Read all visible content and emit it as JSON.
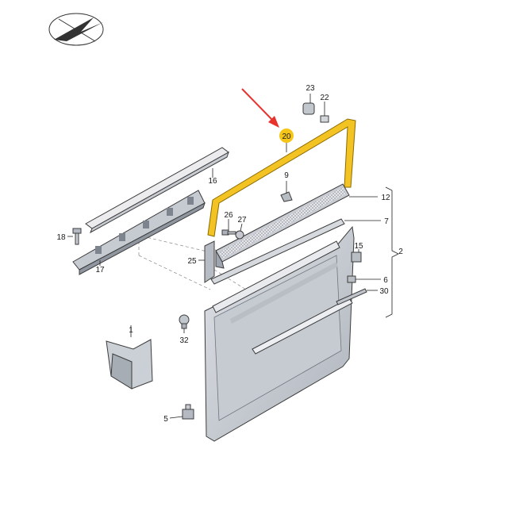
{
  "labels": {
    "p1": "1",
    "p2": "2",
    "p5": "5",
    "p6": "6",
    "p7": "7",
    "p9": "9",
    "p12": "12",
    "p15": "15",
    "p16": "16",
    "p17": "17",
    "p18": "18",
    "p20": "20",
    "p22": "22",
    "p23": "23",
    "p25": "25",
    "p26": "26",
    "p27": "27",
    "p30": "30",
    "p32": "32"
  },
  "colors": {
    "highlight_part": "#f3c323",
    "highlight_badge": "#f5c518",
    "arrow": "#e8322c",
    "panel": "#d4d8de",
    "panel_dark": "#9aa1aa",
    "outline": "#3c3c3c"
  },
  "icons": {
    "logo": "brand-logo-icon",
    "pointer": "red-arrow-icon"
  }
}
